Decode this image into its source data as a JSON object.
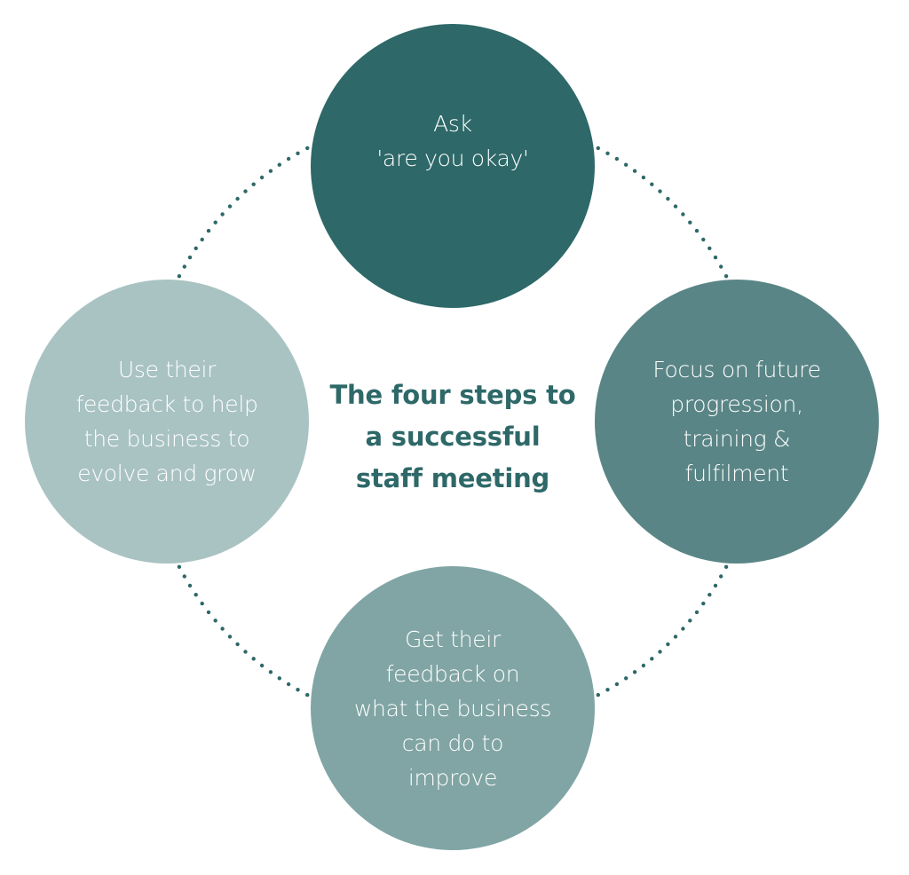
{
  "title": {
    "lines": [
      "The four steps to",
      "a successful",
      "staff meeting"
    ],
    "color": "#2e6868"
  },
  "connector": {
    "style": "dotted-circle",
    "color": "#2e6868"
  },
  "steps": [
    {
      "position": "top",
      "color": "#2e6868",
      "lines": [
        "Ask",
        "'are you okay'"
      ]
    },
    {
      "position": "right",
      "color": "#5a8586",
      "lines": [
        "Focus on future",
        "progression,",
        "training &",
        "fulfilment"
      ]
    },
    {
      "position": "bottom",
      "color": "#80a5a4",
      "lines": [
        "Get their",
        "feedback on",
        "what the business",
        "can do to",
        "improve"
      ]
    },
    {
      "position": "left",
      "color": "#a9c3c2",
      "lines": [
        "Use their",
        "feedback to help",
        "the business to",
        "evolve and grow"
      ]
    }
  ]
}
